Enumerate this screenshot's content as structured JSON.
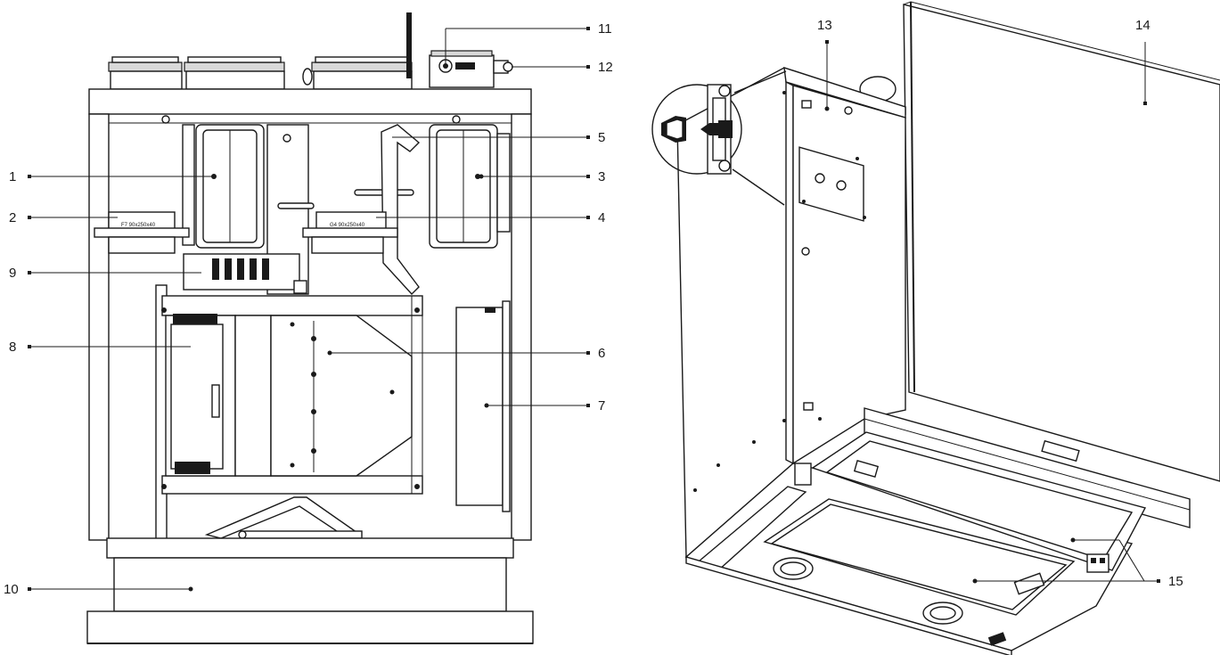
{
  "callouts": {
    "c1": "1",
    "c2": "2",
    "c3": "3",
    "c4": "4",
    "c5": "5",
    "c6": "6",
    "c7": "7",
    "c8": "8",
    "c9": "9",
    "c10": "10",
    "c11": "11",
    "c12": "12",
    "c13": "13",
    "c14": "14",
    "c15": "15"
  },
  "filter_labels": {
    "left": "F7 90x250x40",
    "right": "G4 90x250x40"
  },
  "colors": {
    "line": "#1a1a1a",
    "panel": "#d9d9d9",
    "background": "#ffffff"
  }
}
